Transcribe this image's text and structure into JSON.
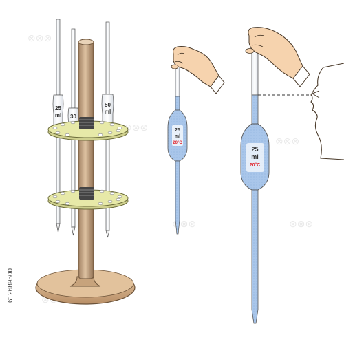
{
  "scene": {
    "stand_pipettes": [
      {
        "label_volume": "25",
        "label_unit": "ml"
      },
      {
        "label_volume": "30",
        "label_unit": "ml"
      },
      {
        "label_volume": "50",
        "label_unit": "ml"
      }
    ],
    "held_pipette_small": {
      "label_volume": "25",
      "label_unit": "ml",
      "label_temp": "20°C"
    },
    "held_pipette_large": {
      "label_volume": "25",
      "label_unit": "ml",
      "label_temp": "20°C"
    },
    "stock_id": "612689500",
    "colors": {
      "liquid": "#a9c6ea",
      "tray": "#e7e9a8",
      "rod": "#c8ab8a",
      "base": "#d7b48e",
      "skin": "#f6d3ae",
      "temp_text": "#e0222a"
    }
  }
}
